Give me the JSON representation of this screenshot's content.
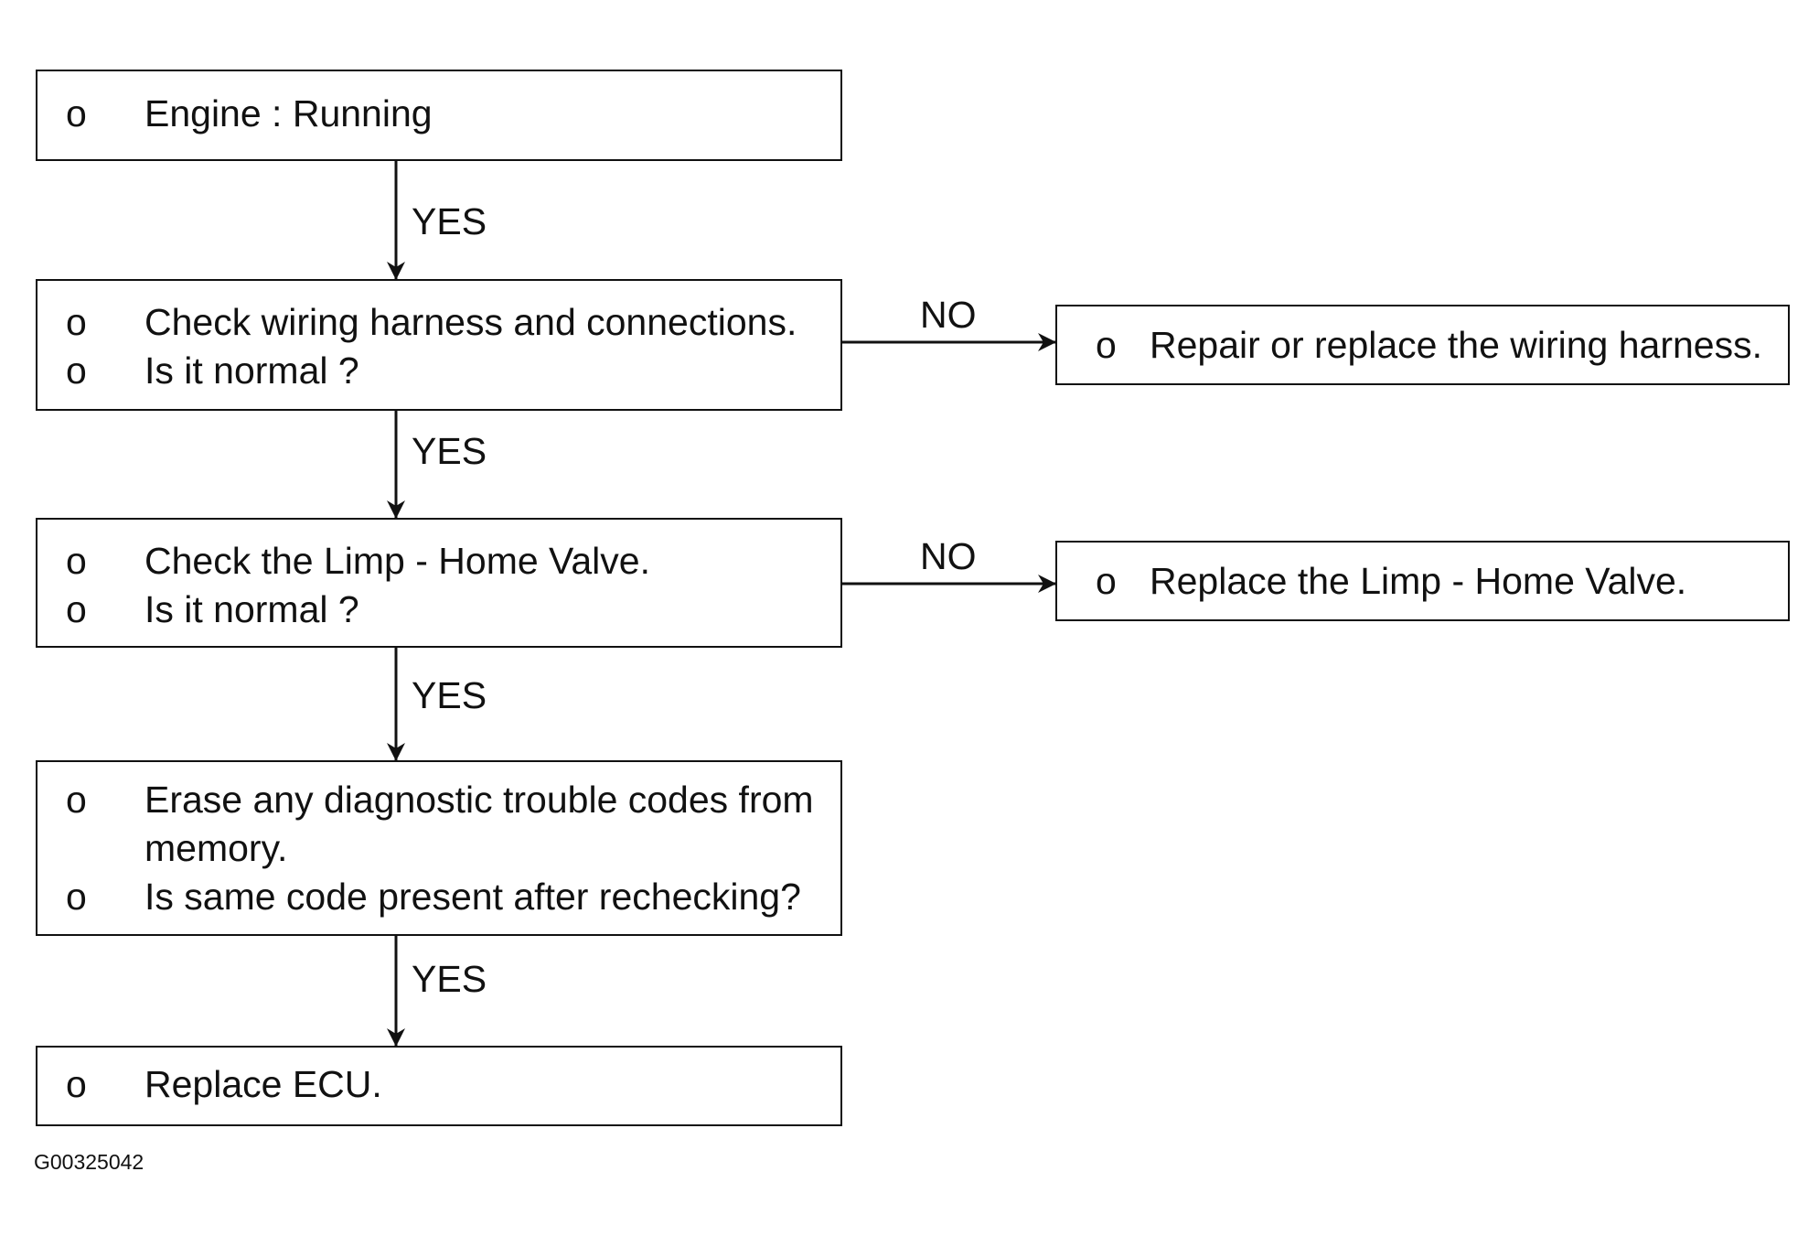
{
  "diagram": {
    "bullet_glyph": "o",
    "boxes": {
      "engine": {
        "lines": [
          "Engine : Running"
        ]
      },
      "check_wiring": {
        "lines": [
          "Check wiring harness and connections.",
          "Is it normal ?"
        ]
      },
      "repair_wiring": {
        "lines": [
          "Repair or replace the wiring harness."
        ]
      },
      "check_valve": {
        "lines": [
          "Check the Limp - Home Valve.",
          "Is it normal ?"
        ]
      },
      "replace_valve": {
        "lines": [
          "Replace the Limp - Home Valve."
        ]
      },
      "erase_codes": {
        "lines": [
          "Erase any diagnostic trouble codes from",
          "memory.",
          "Is same code present after rechecking?"
        ]
      },
      "replace_ecu": {
        "lines": [
          "Replace ECU."
        ]
      }
    },
    "connector_labels": {
      "yes": "YES",
      "no": "NO"
    },
    "figure_id": "G00325042"
  }
}
